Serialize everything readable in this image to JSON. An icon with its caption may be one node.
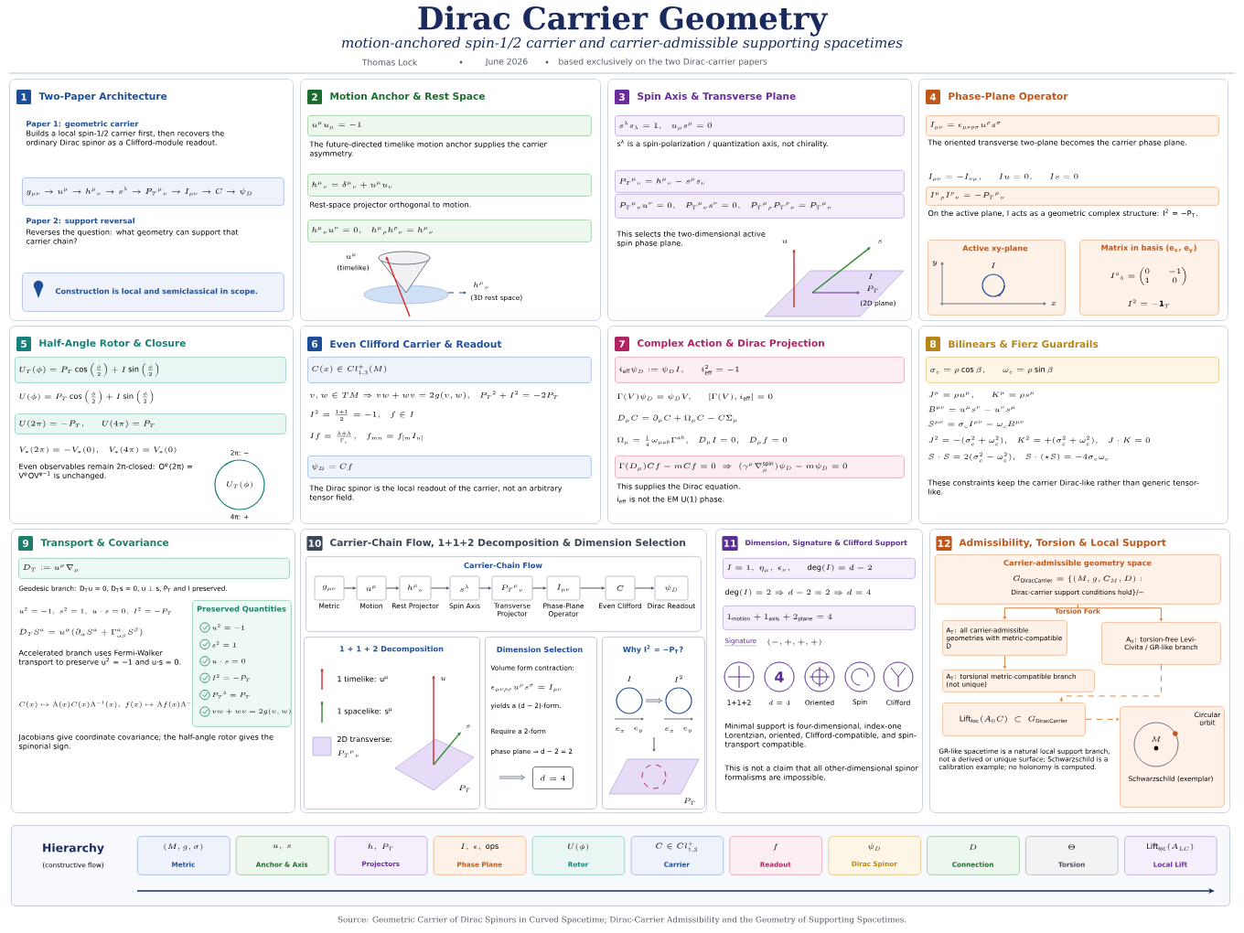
{
  "diagram": {
    "title": "Dirac Carrier Geometry",
    "caption": "Source: Geometric Carrier of Dirac Spinors in Curved Spacetime; Dirac-Carrier Admissibility and the Geometry of Supporting Spacetimes.",
    "nodes": [
      {
        "text": [
          "1",
          "Two-Paper Architecture",
          "Paper 1: geometric carrier",
          "Builds a local spin-1/2 carrier first, then recovers the ordinary Dirac spinor as a Clifford-module readout.",
          "Paper 2: support reversal",
          "Reverses the question: what geometry can support that carrier chain?"
        ]
      },
      {
        "text": [
          "g_{\\mu\\nu} \\to u^\\mu \\to h^\\mu{}_\\nu \\to s^\\lambda \\to P_T{}^\\mu{}_\\nu \\to I_{\\mu\\nu} \\to C \\to \\psi_D"
        ],
        "in": 0
      },
      {
        "text": [
          "Construction is local and semiclassical in scope."
        ],
        "in": 0
      },
      {
        "text": [
          "2",
          "Motion Anchor & Rest Space",
          "The future-directed timelike motion anchor supplies the carrier asymmetry.",
          "Rest-space projector orthogonal to motion."
        ]
      },
      {
        "text": [
          "u^\\mu u_\\mu = -1"
        ],
        "in": 3
      },
      {
        "text": [
          "h^\\mu{}_\\nu = \\delta^\\mu{}_\\nu + u^\\mu u_\\nu"
        ],
        "in": 3
      },
      {
        "text": [
          "h^\\mu{}_\\nu u^\\nu = 0, \\quad h^\\mu{}_\\rho h^\\rho{}_\\nu = h^\\mu{}_\\nu"
        ],
        "in": 3
      },
      {
        "text": [
          "3",
          "Spin Axis & Transverse Plane",
          "s$^{λ}$ is a spin-polarization / quantization axis, not chirality.",
          "This selects the two-dimensional active spin phase plane."
        ]
      },
      {
        "text": [
          "s^\\lambda s_\\lambda = 1, \\quad u_\\mu s^\\mu = 0"
        ],
        "in": 7
      },
      {
        "text": [
          "P_T{}^\\mu{}_\\nu = h^\\mu{}_\\nu - s^\\mu s_\\nu"
        ],
        "in": 7
      },
      {
        "text": [
          "P_T{}^\\mu{}_\\nu u^\\nu = 0, \\quad P_T{}^\\mu{}_\\nu s^\\nu = 0, \\quad P_T{}^\\mu{}_\\rho P_T{}^\\rho{}_\\nu = P_T{}^\\mu{}_\\nu"
        ],
        "in": 7
      },
      {
        "text": [
          "4",
          "Phase-Plane Operator",
          "The oriented transverse two-plane becomes the carrier phase plane.",
          "I_{\\mu\\nu} = -I_{\\nu\\mu}, \\qquad Iu = 0, \\qquad Is = 0",
          "On the active plane, I acts as a geometric complex structure: I$^{2}$ = −P$_{T}$."
        ]
      },
      {
        "text": [
          "I_{\\mu\\nu} = \\epsilon_{\\mu\\nu\\rho\\sigma} u^\\rho s^\\sigma"
        ],
        "in": 11
      },
      {
        "text": [
          "I^\\mu{}_\\rho I^\\rho{}_\\nu = -P_T{}^\\mu{}_\\nu"
        ],
        "in": 11
      },
      {
        "text": [
          "Active xy-plane"
        ],
        "in": 11
      },
      {
        "text": [
          "Matrix in basis (e$_{x}$, e$_{y}$)",
          "I^a{}_b = \\begin{pmatrix} 0 & -1 \\\\ 1 & 0 \\end{pmatrix}",
          "I^2 = -\\mathbf{1}_T"
        ],
        "in": 11
      },
      {
        "text": [
          "5",
          "Half-Angle Rotor & Closure",
          "U(\\phi) = P_T \\cos\\left(\\frac{\\phi}{2}\\right) + I \\sin\\left(\\frac{\\phi}{2}\\right)",
          "V_*(2\\pi) = -V_*(0), \\quad V_*(4\\pi) = V_*(0)",
          "Even observables remain 2π-closed: O$^{φ}$(2π) = V$^{φ}$OV$^{φ−1}$ is unchanged."
        ]
      },
      {
        "text": [
          "U_T(\\phi) = P_T \\cos\\left(\\frac{\\phi}{2}\\right) + I \\sin\\left(\\frac{\\phi}{2}\\right)"
        ],
        "in": 16
      },
      {
        "text": [
          "U(2\\pi) = -P_T, \\qquad U(4\\pi) = P_T"
        ],
        "in": 16
      },
      {
        "text": [
          "U_T(\\phi)"
        ],
        "beside": [
          "2π: −",
          "4π: +"
        ],
        "in": 16
      },
      {
        "text": [
          "6",
          "Even Clifford Carrier & Readout",
          "v, w \\in TM \\Rightarrow vw + wv = 2g(v,w), \\quad P_T{}^2 + I^2 = -2P_T",
          "I^2 = \\frac{1+1}{2} = -1, \\quad f \\in I",
          "If = \\frac{\\lambda + \\lambda}{\\Gamma_v}, \\quad f_{mn} = f_{[m} I_{n]}",
          "The Dirac spinor is the local readout of the carrier, not an arbitrary tensor field."
        ]
      },
      {
        "text": [
          "C(x) \\in Cl^+_{1,3}(M)"
        ],
        "in": 20
      },
      {
        "text": [
          "\\psi_D = Cf"
        ],
        "in": 20
      },
      {
        "text": [
          "7",
          "Complex Action & Dirac Projection",
          "\\Gamma(V)\\psi_D = \\psi_D V, \\qquad [\\Gamma(V), i_{\\mathrm{eff}}] = 0",
          "D_\\mu C = \\partial_\\mu C + \\Omega_\\mu C - C \\Sigma_\\mu",
          "\\Omega_\\mu = \\tfrac{1}{4}\\omega_{\\mu ab}\\Gamma^{ab}, \\quad D_\\mu I = 0, \\quad D_\\mu f = 0",
          "This supplies the Dirac equation.",
          "i$_{eff}$ is not the EM U(1) phase."
        ]
      },
      {
        "text": [
          "i_{\\mathrm{eff}}\\psi_D := \\psi_D I, \\qquad i_{\\mathrm{eff}}^2 = -1"
        ],
        "in": 23
      },
      {
        "text": [
          "\\Gamma(D_\\mu)Cf - mCf = 0 \\;\\Rightarrow\\; (\\gamma^\\mu \\nabla^{\\mathrm{spin}}_\\mu)\\psi_D - m\\psi_D = 0"
        ],
        "in": 23
      },
      {
        "text": [
          "8",
          "Bilinears & Fierz Guardrails",
          "J^\\mu = \\rho u^\\mu, \\qquad K^\\mu = \\rho s^\\mu",
          "B^{\\mu\\nu} = u^\\mu s^\\nu - u^\\nu s^\\mu",
          "S^{\\mu\\nu} = \\sigma_c I^{\\mu\\nu} - \\omega_c B^{\\mu\\nu}",
          "J^2 = -(\\sigma_c^2 + \\omega_c^2), \\quad K^2 = +(\\sigma_c^2 + \\omega_c^2), \\quad J\\cdot K = 0",
          "S\\cdot S = 2(\\sigma_c^2 - \\omega_c^2), \\quad S\\cdot(\\star S) = -4\\sigma_c\\omega_c",
          "These constraints keep the carrier Dirac-like rather than generic tensor-like."
        ]
      },
      {
        "text": [
          "\\sigma_c = \\rho\\cos\\beta, \\qquad \\omega_c = \\rho\\sin\\beta"
        ],
        "in": 26
      },
      {
        "text": [
          "9",
          "Transport & Covariance",
          "Geodesic branch: D$_{T}$u = 0, D$_{T}$s = 0, u ⊥ s, P$_{T}$ and I preserved.",
          "u^2 = -1,\\; s^2 = 1,\\; u\\cdot s = 0,\\; I^2 = -P_T",
          "D_T S^a = u^\\alpha(\\partial_\\alpha S^a + \\Gamma^a_{\\alpha\\beta} S^\\beta)",
          "Accelerated branch uses Fermi-Walker transport to preserve u$^{2}$ = −1 and u·s = 0.",
          "C(x) \\mapsto \\Lambda(x) C(x) \\Lambda^{-1}(x),\\; f(x) \\mapsto \\Lambda f(x) \\Lambda^{-1}",
          "Jacobians give coordinate covariance; the half-angle rotor gives the spinorial sign."
        ]
      },
      {
        "text": [
          "D_T := u^\\mu \\nabla_\\mu"
        ],
        "in": 28
      },
      {
        "text": [
          "Preserved Quantities",
          "u^2 = -1",
          "s^2 = 1",
          "u \\cdot s = 0",
          "I^2 = -P_T",
          "P_T{}^2 = P_T",
          "vw + wv = 2g(v,w)"
        ],
        "in": 28
      },
      {
        "text": [
          "10",
          "Carrier-Chain Flow, 1+1+2 Decomposition & Dimension Selection"
        ]
      },
      {
        "text": [
          "Carrier-Chain Flow"
        ],
        "in": 31
      },
      {
        "text": [
          "g_{\\mu\\nu}"
        ],
        "beside": [
          "Metric"
        ],
        "in": 32
      },
      {
        "text": [
          "u^\\mu"
        ],
        "beside": [
          "Motion"
        ],
        "in": 32
      },
      {
        "text": [
          "h^\\mu{}_\\nu"
        ],
        "beside": [
          "Rest Projector"
        ],
        "in": 32
      },
      {
        "text": [
          "s^\\lambda"
        ],
        "beside": [
          "Spin Axis"
        ],
        "in": 32
      },
      {
        "text": [
          "P_T{}^\\mu{}_\\nu"
        ],
        "beside": [
          "Transverse Projector"
        ],
        "in": 32
      },
      {
        "text": [
          "I_{\\mu\\nu}"
        ],
        "beside": [
          "Phase-Plane Operator"
        ],
        "in": 32
      },
      {
        "text": [
          "C"
        ],
        "beside": [
          "Even Clifford"
        ],
        "in": 32
      },
      {
        "text": [
          "\\psi_D"
        ],
        "beside": [
          "Dirac Readout"
        ],
        "in": 32
      },
      {
        "text": [
          "1 + 1 + 2 Decomposition",
          "1 timelike: u$^{μ}$",
          "1 spacelike: s$^{μ}$",
          "2D transverse:",
          "P_T{}^\\mu{}_\\nu"
        ],
        "in": 31
      },
      {
        "text": [
          "Dimension Selection",
          "Volume form contraction:",
          "\\epsilon_{\\mu\\nu\\rho\\sigma} u^\\rho s^\\sigma = I_{\\mu\\nu}",
          "yields a (d − 2)-form.",
          "Require a 2-form",
          "phase plane ⇒ d − 2 = 2"
        ],
        "in": 31
      },
      {
        "text": [
          "d = 4"
        ],
        "in": 42
      },
      {
        "text": [
          "Why I$^{2}$ = −P$_{T}$?"
        ],
        "in": 31
      },
      {
        "text": [
          "11",
          "Dimension, Signature & Clifford Support",
          "\\deg(I) = 2 \\Rightarrow d - 2 = 2 \\Rightarrow d = 4",
          "Signature",
          "(-,+,+,+)",
          "Minimal support is four-dimensional, index-one Lorentzian, oriented, Clifford-compatible, and spin-transport compatible.",
          "This is not a claim that all other-dimensional spinor formalisms are impossible."
        ]
      },
      {
        "text": [
          "I = 1,\\ \\eta_\\mu,\\ \\epsilon_\\nu, \\qquad \\deg(I) = d - 2"
        ],
        "in": 45
      },
      {
        "text": [
          "1_{\\mathrm{motion}} + 1_{\\mathrm{axis}} + 2_{\\mathrm{plane}} = 4"
        ],
        "in": 45
      },
      {
        "text": [
          "12",
          "Admissibility, Torsion & Local Support",
          "GR-like spacetime is a natural local support branch, not a derived or unique surface; Schwarzschild is a calibration example; no holonomy is computed."
        ]
      },
      {
        "text": [
          "Carrier-admissible geometry space",
          "G_{\\mathrm{DiracCarrier}} = \\{(M, g, C_M, D) :",
          "Dirac-carrier support conditions hold}/∼"
        ],
        "in": 48
      },
      {
        "text": [
          "A$_{T}$: all carrier-admissible geometries with metric-compatible D"
        ],
        "in": 48
      },
      {
        "text": [
          "A$_{0}$: torsion-free Levi-Civita / GR-like branch"
        ],
        "in": 48
      },
      {
        "text": [
          "A$_{T}$: torsional metric-compatible branch (not unique)"
        ],
        "in": 48
      },
      {
        "text": [
          "\\mathrm{Lift}_{\\mathrm{loc}}(A_0 C) \\subset G_{\\mathrm{DiracCarrier}}"
        ],
        "in": 48
      },
      {
        "text": [
          "Schwarzschild (exemplar)"
        ],
        "in": 48
      },
      {
        "text": [
          "Hierarchy",
          "(constructive flow)"
        ]
      },
      {
        "text": [
          "(M, g, \\sigma)",
          "Metric"
        ],
        "in": 55
      },
      {
        "text": [
          "u,\\ s",
          "Anchor & Axis"
        ],
        "in": 55
      },
      {
        "text": [
          "h,\\ P_T",
          "Projectors"
        ],
        "in": 55
      },
      {
        "text": [
          "I,\\ \\epsilon,\\ \\mathrm{ops}",
          "Phase Plane"
        ],
        "in": 55
      },
      {
        "text": [
          "U(\\phi)",
          "Rotor"
        ],
        "in": 55
      },
      {
        "text": [
          "C \\in Cl^+_{1,3}",
          "Carrier"
        ],
        "in": 55
      },
      {
        "text": [
          "f",
          "Readout"
        ],
        "in": 55
      },
      {
        "text": [
          "\\psi_D",
          "Dirac Spinor"
        ],
        "in": 55
      },
      {
        "text": [
          "D",
          "Connection"
        ],
        "in": 55
      },
      {
        "text": [
          "\\Theta",
          "Torsion"
        ],
        "in": 55
      },
      {
        "text": [
          "\\mathrm{Lift}_{\\mathrm{loc}}(A_{LC})",
          "Local Lift"
        ],
        "in": 55
      }
    ],
    "edges": [
      {
        "from": 33,
        "to": 34,
        "arrow": "to"
      },
      {
        "from": 34,
        "to": 35,
        "arrow": "to"
      },
      {
        "from": 35,
        "to": 36,
        "arrow": "to"
      },
      {
        "from": 36,
        "to": 37,
        "arrow": "to"
      },
      {
        "from": 37,
        "to": 38,
        "arrow": "to"
      },
      {
        "from": 38,
        "to": 39,
        "arrow": "to"
      },
      {
        "from": 39,
        "to": 40,
        "arrow": "to"
      },
      {
        "from": 49,
        "to": 50,
        "arrow": "to",
        "color": "#d9823b"
      },
      {
        "from": 49,
        "to": 51,
        "arrow": "to",
        "color": "#d9823b"
      },
      {
        "from": 50,
        "to": 52,
        "arrow": "to",
        "color": "#d9823b"
      },
      {
        "from": 51,
        "to": 53,
        "arrow": "to",
        "style": "dashed",
        "color": "#d9823b"
      },
      {
        "from": 53,
        "to": 54,
        "arrow": "to",
        "style": "dashed",
        "color": "#d9823b"
      }
    ],
    "labels": [
      "motion-anchored spin-1/2 carrier and carrier-admissible supporting spacetimes",
      "Thomas Lock",
      "June 2026",
      "based exclusively on the two Dirac-carrier papers",
      "u^\\mu",
      "(timelike)",
      "h^\\mu{}_\\nu",
      "(3D rest space)",
      "u",
      "s",
      "I",
      "P_T",
      "(2D plane)",
      "y",
      "I",
      "x",
      "u",
      "s",
      "P_T",
      "I",
      "I^2",
      "e_x",
      "e_y",
      "e_x",
      "e_y",
      "P_T",
      "4",
      "1+1+2",
      "d = 4",
      "Oriented",
      "Spin",
      "Clifford",
      "Torsion Fork",
      "M",
      "Circular orbit"
    ]
  }
}
